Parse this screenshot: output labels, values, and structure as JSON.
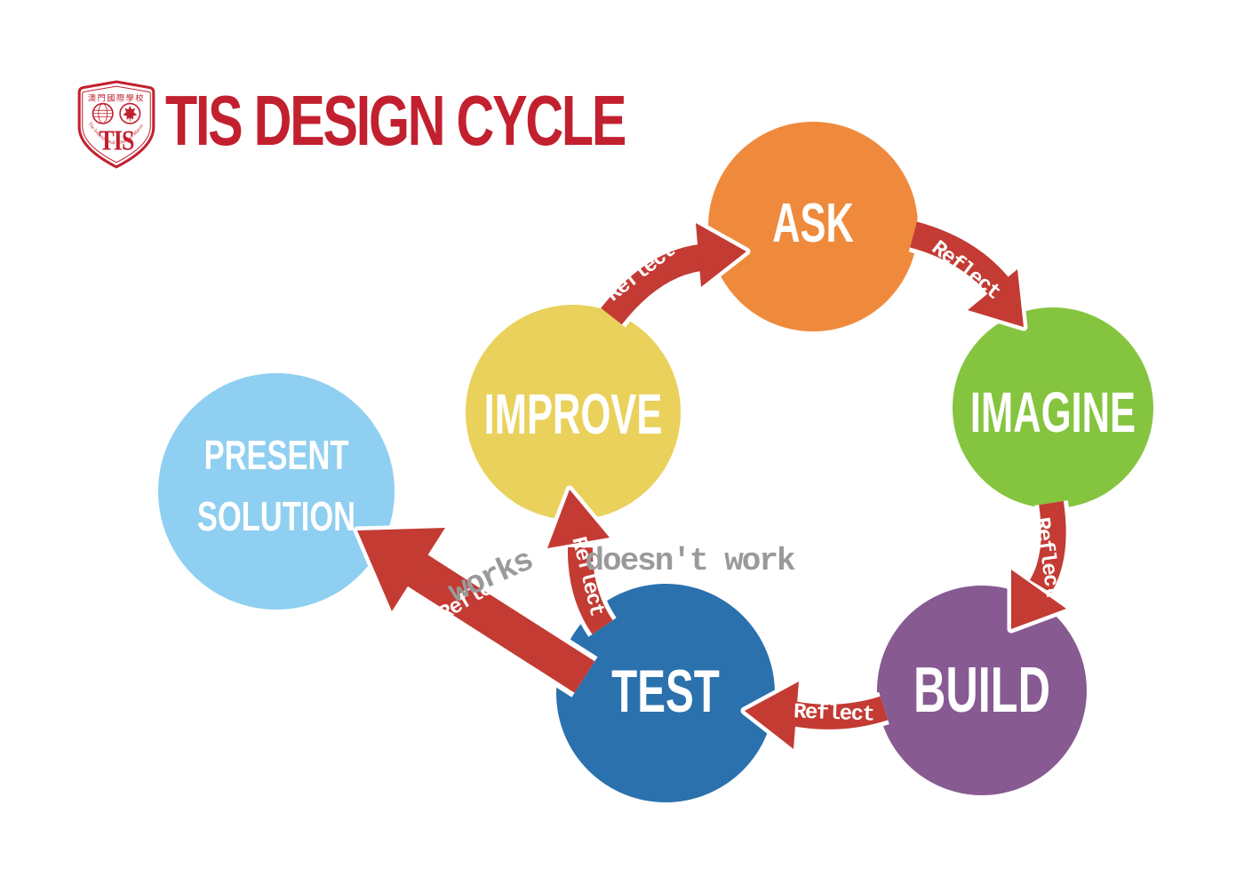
{
  "header": {
    "title": "TIS DESIGN CYCLE",
    "logo": {
      "chinese": "澳門國際學校",
      "monogram": "TIS",
      "arc_text": "The International School of Macao"
    }
  },
  "colors": {
    "title_red": "#C2202F",
    "arrow_red": "#C33B33",
    "annotation_gray": "#9A9A9A",
    "ask_orange": "#EF8A3D",
    "imagine_green": "#85C43E",
    "build_purple": "#875A92",
    "test_blue": "#2A71AD",
    "improve_yellow": "#E9D15C",
    "present_blue": "#8FCFF1"
  },
  "diagram": {
    "nodes": {
      "ask": {
        "label": "ASK"
      },
      "imagine": {
        "label": "IMAGINE"
      },
      "build": {
        "label": "BUILD"
      },
      "test": {
        "label": "TEST"
      },
      "improve": {
        "label": "IMPROVE"
      },
      "present": {
        "line1": "PRESENT",
        "line2": "SOLUTION"
      }
    },
    "arrows": {
      "improve_to_ask": {
        "label": "Reflect"
      },
      "ask_to_imagine": {
        "label": "Reflect"
      },
      "imagine_to_build": {
        "label": "Reflect"
      },
      "build_to_test": {
        "label": "Reflect"
      },
      "test_to_improve": {
        "label": "Reflect"
      },
      "test_to_present": {
        "label": "Reflect"
      }
    },
    "annotations": {
      "works": "works",
      "doesnt_work": "doesn't work"
    }
  }
}
